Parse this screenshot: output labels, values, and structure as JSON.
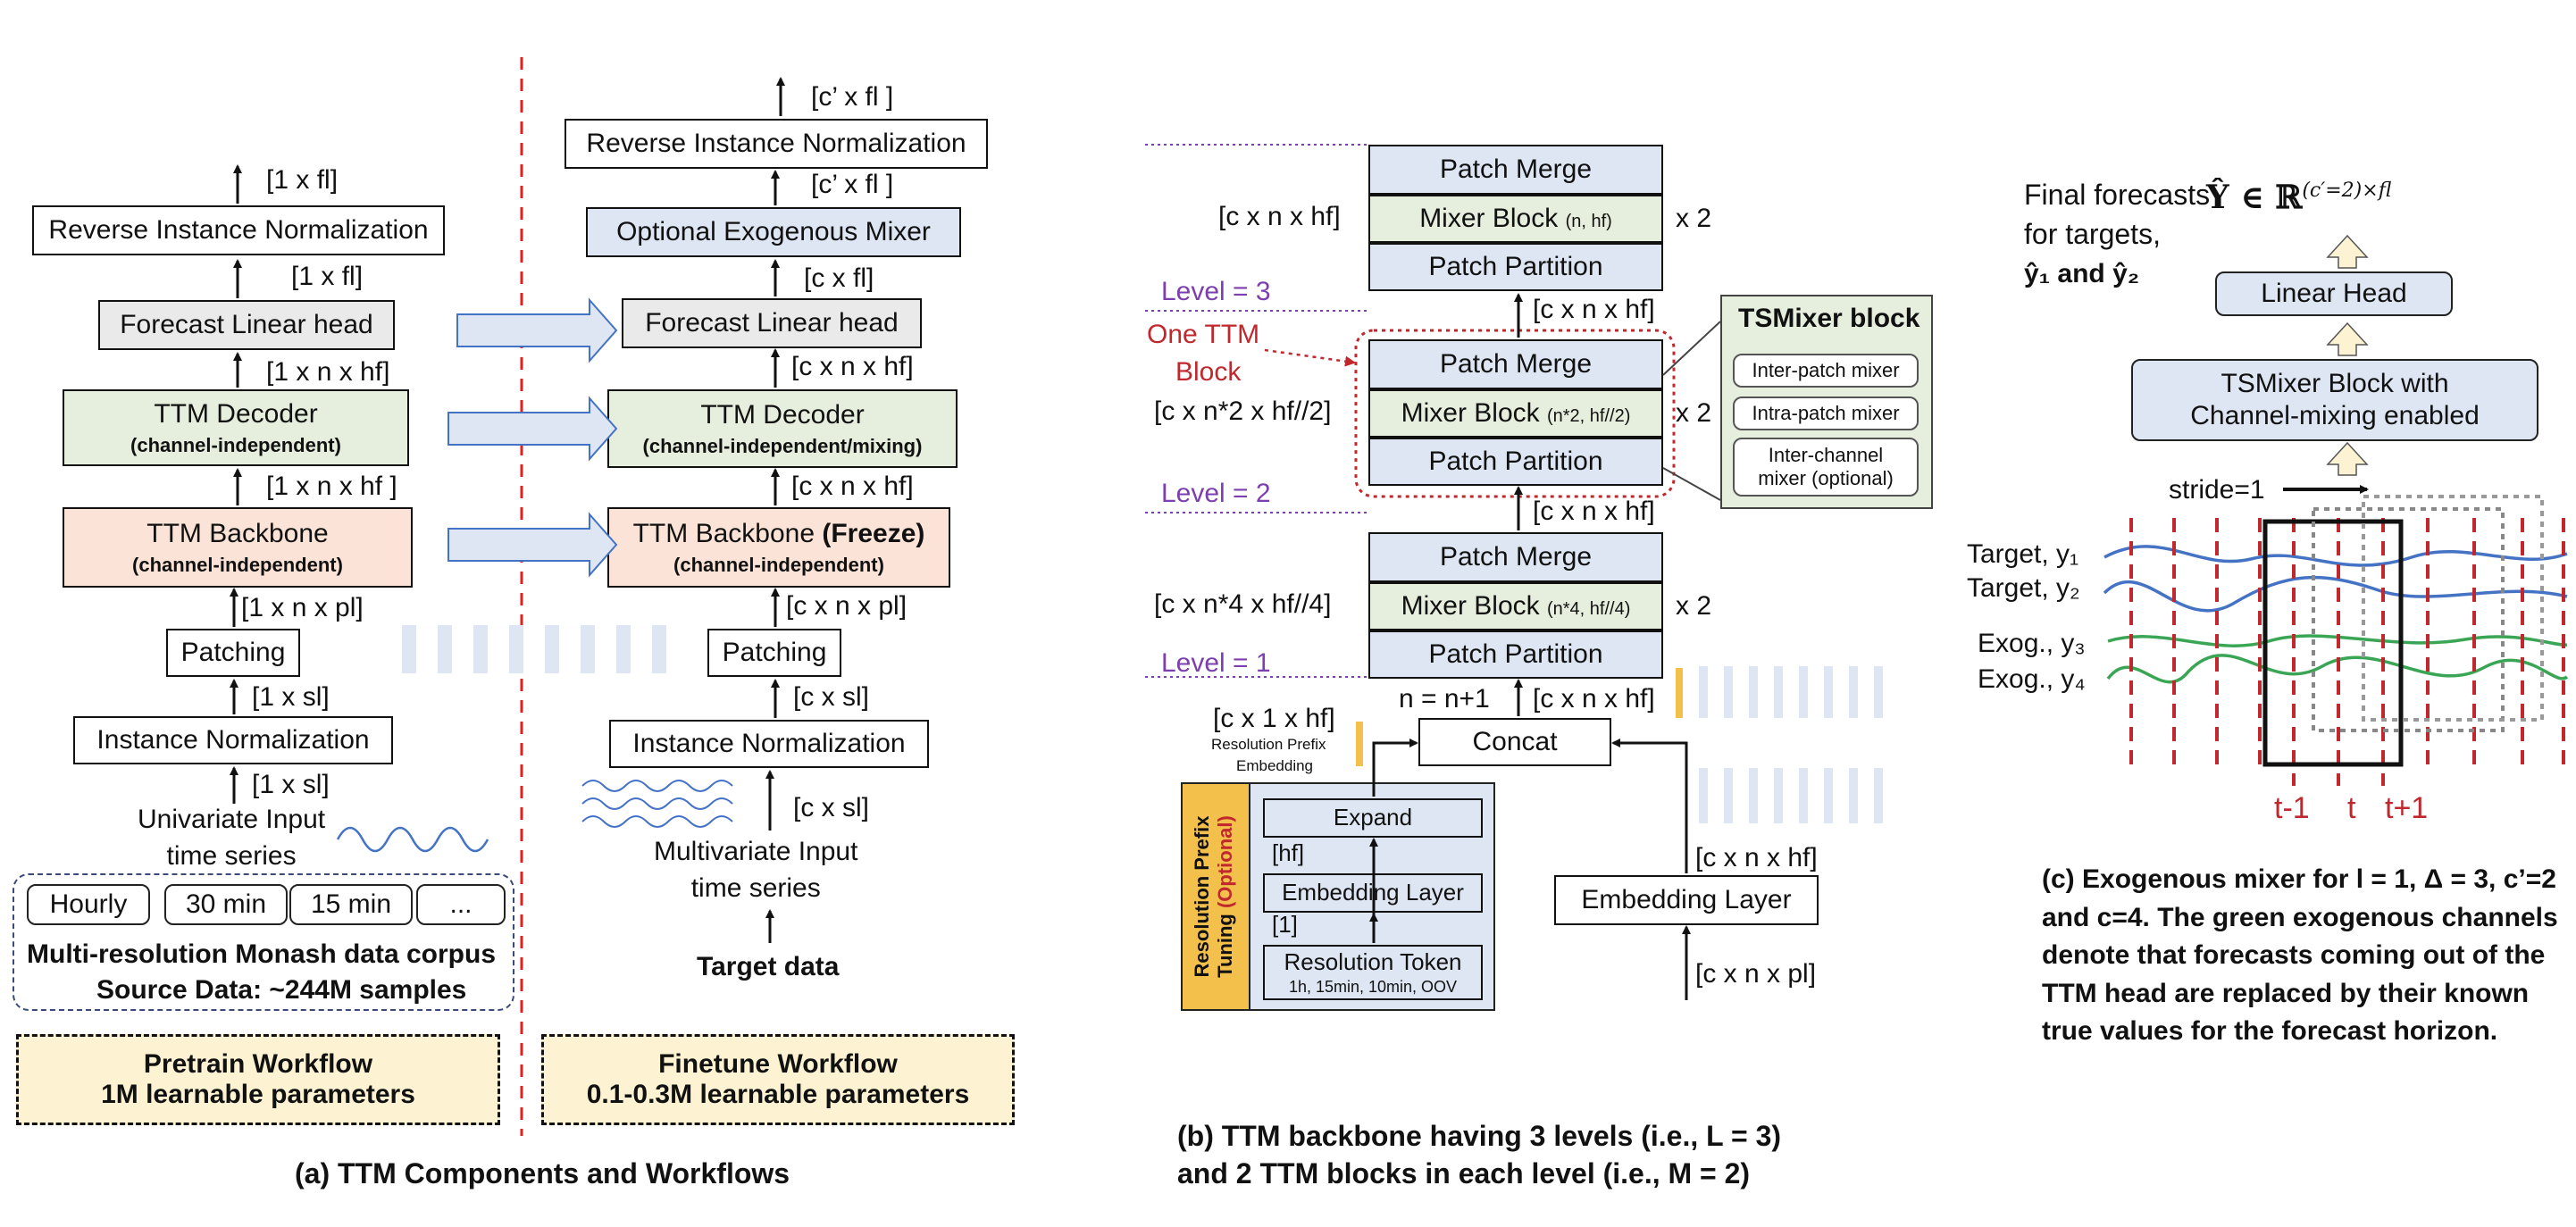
{
  "panel_a": {
    "caption": "(a) TTM Components and Workflows",
    "pretrain": {
      "out_label": "[1 x fl]",
      "reverse_norm": "Reverse Instance Normalization",
      "rev_in_label": "[1 x fl]",
      "forecast_head": "Forecast Linear head",
      "head_in_label": "[1 x  n x hf]",
      "decoder": "TTM Decoder",
      "decoder_sub": "(channel-independent)",
      "dec_in_label": "[1 x n x hf ]",
      "backbone": "TTM Backbone",
      "backbone_sub": "(channel-independent)",
      "bb_in_label": "[1 x n x pl]",
      "patching": "Patching",
      "patch_in_label": "[1 x sl]",
      "instance_norm": "Instance Normalization",
      "norm_in_label": "[1 x sl]",
      "input": "Univariate Input\ntime series",
      "resolutions": [
        "Hourly",
        "30 min",
        "15 min",
        "..."
      ],
      "corpus_line1": "Multi-resolution Monash data corpus",
      "corpus_line2": "Source Data: ~244M samples",
      "workflow_line1": "Pretrain Workflow",
      "workflow_line2": "1M learnable parameters"
    },
    "transfer": [
      "transfer",
      "transfer",
      "transfer"
    ],
    "finetune": {
      "out_label": "[c’ x fl ]",
      "reverse_norm": "Reverse Instance Normalization",
      "rev_in_label": "[c’ x fl ]",
      "exo_mixer": "Optional Exogenous Mixer",
      "exo_in_label": "[c x fl]",
      "forecast_head": "Forecast Linear head",
      "head_in_label": "[c x n x hf]",
      "decoder": "TTM Decoder",
      "decoder_sub": "(channel-independent/mixing)",
      "dec_in_label": "[c x n x hf]",
      "backbone": "TTM Backbone ",
      "backbone_bold": "(Freeze)",
      "backbone_sub": "(channel-independent)",
      "bb_in_label": "[c x n x pl]",
      "patching": "Patching",
      "patch_in_label": "[c x sl]",
      "instance_norm": "Instance Normalization",
      "norm_in_label": "[c x sl]",
      "input": "Multivariate Input\ntime series",
      "target": "Target data",
      "workflow_line1": "Finetune Workflow",
      "workflow_line2": "0.1-0.3M learnable parameters"
    }
  },
  "panel_b": {
    "caption_line1": "(b) TTM backbone having 3 levels (i.e., L = 3)",
    "caption_line2": "and 2 TTM blocks in each level (i.e., M = 2)",
    "level3": {
      "label": "Level = 3",
      "dim": "[c x n x hf]",
      "merge": "Patch Merge",
      "mixer": "Mixer Block",
      "mixer_args": "(n, hf)",
      "partition": "Patch Partition",
      "repeat": "x 2",
      "in_label": "[c x n x hf]"
    },
    "level2": {
      "label": "Level = 2",
      "one_block_line1": "One TTM",
      "one_block_line2": "Block",
      "dim": "[c x n*2 x hf//2]",
      "merge": "Patch Merge",
      "mixer": "Mixer Block",
      "mixer_args": "(n*2, hf//2)",
      "partition": "Patch Partition",
      "repeat": "x 2",
      "in_label": "[c x n x hf]"
    },
    "level1": {
      "label": "Level = 1",
      "dim": "[c x n*4 x hf//4]",
      "merge": "Patch Merge",
      "mixer": "Mixer Block",
      "mixer_args": "(n*4, hf//4)",
      "partition": "Patch Partition",
      "repeat": "x 2",
      "in_label": "[c x n x hf]"
    },
    "tsmixer": {
      "title": "TSMixer block",
      "items": [
        "Inter-patch mixer",
        "Intra-patch mixer",
        "Inter-channel mixer (optional)"
      ]
    },
    "concat": "Concat",
    "n_update": "n = n+1",
    "prefix_dim": "[c x 1 x hf]",
    "prefix_label_line1": "Resolution Prefix",
    "prefix_label_line2": "Embedding",
    "prefix_tuning_line1": "Resolution Prefix",
    "prefix_tuning_line2": "Tuning ",
    "prefix_tuning_opt": "(Optional)",
    "expand": "Expand",
    "hf_label": "[hf]",
    "embed_layer": "Embedding Layer",
    "one_label": "[1]",
    "res_token": "Resolution Token",
    "res_token_sub": "1h, 15min, 10min, OOV",
    "embed_layer_right": "Embedding Layer",
    "embed_out": "[c x n x hf]",
    "embed_in": "[c x n x pl]"
  },
  "panel_c": {
    "final_line1": "Final forecasts",
    "final_line2": "for targets,",
    "final_line3": "ŷ₁ and ŷ₂",
    "formula": "Ŷ ∈ ℝ",
    "formula_sup": "(c′=2)×fl",
    "linear_head": "Linear Head",
    "tsmixer_line1": "TSMixer Block with",
    "tsmixer_line2": "Channel-mixing enabled",
    "stride": "stride=1",
    "series": [
      "Target, y₁",
      "Target, y₂",
      "Exog., y₃",
      "Exog., y₄"
    ],
    "time_labels": [
      "t-1",
      "t",
      "t+1"
    ],
    "caption": "(c) Exogenous mixer for l = 1, Δ = 3, c’=2 and c=4. The green exogenous channels  denote that forecasts coming out of the TTM head are replaced by their  known true values for the forecast horizon.",
    "colors": {
      "target": "#4472c4",
      "exog": "#3aa655",
      "time": "#c0282d"
    }
  }
}
